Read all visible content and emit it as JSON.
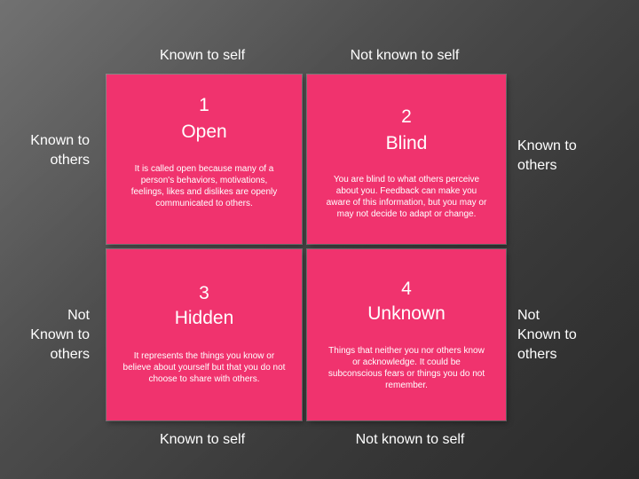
{
  "top_labels": {
    "col1": "Known to self",
    "col2": "Not known to self"
  },
  "bottom_labels": {
    "col1": "Known to self",
    "col2": "Not known to self"
  },
  "left_labels": {
    "row1": [
      "Known to",
      "others"
    ],
    "row2": [
      "Not",
      "Known to",
      "others"
    ]
  },
  "right_labels": {
    "row1": [
      "Known to",
      "others"
    ],
    "row2": [
      "Not",
      "Known to",
      "others"
    ]
  },
  "quadrants": [
    {
      "number": "1",
      "title": "Open",
      "description": "It is called open because many of a person's behaviors, motivations, feelings, likes and dislikes are openly communicated to others."
    },
    {
      "number": "2",
      "title": "Blind",
      "description": "You are blind to what others perceive about you. Feedback can make you aware of this information, but you may or may not decide to adapt or change."
    },
    {
      "number": "3",
      "title": "Hidden",
      "description": "It represents the things you know or believe about yourself but that you do not choose to share with others."
    },
    {
      "number": "4",
      "title": "Unknown",
      "description": "Things that neither you nor others know or acknowledge. It could be subconscious fears or things you do not remember."
    }
  ],
  "colors": {
    "quadrant": "#f0336e",
    "background": "#4e4e4e",
    "text": "#ffffff"
  }
}
